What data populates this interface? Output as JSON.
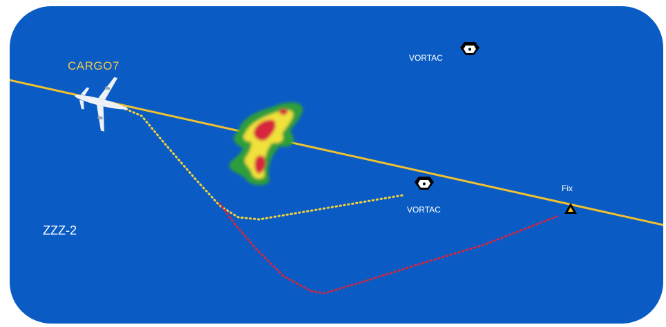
{
  "map": {
    "background_color": "#0a5cc4",
    "airway_color": "#f2c12e",
    "planned_route_color": "#f5d33a",
    "alternate_route_color": "#d7263d"
  },
  "aircraft": {
    "callsign": "CARGO7",
    "icon": "airplane-icon"
  },
  "navaids": [
    {
      "type": "VORTAC",
      "label": "VORTAC",
      "icon": "vortac-icon"
    },
    {
      "type": "VORTAC",
      "label": "VORTAC",
      "icon": "vortac-icon"
    }
  ],
  "fix": {
    "label": "Fix",
    "icon": "fix-triangle-icon"
  },
  "sector": {
    "label": "ZZZ-2"
  },
  "weather": {
    "icon": "weather-cell-icon",
    "colors": [
      "#2e9e3a",
      "#f0e13a",
      "#d7263d"
    ]
  }
}
